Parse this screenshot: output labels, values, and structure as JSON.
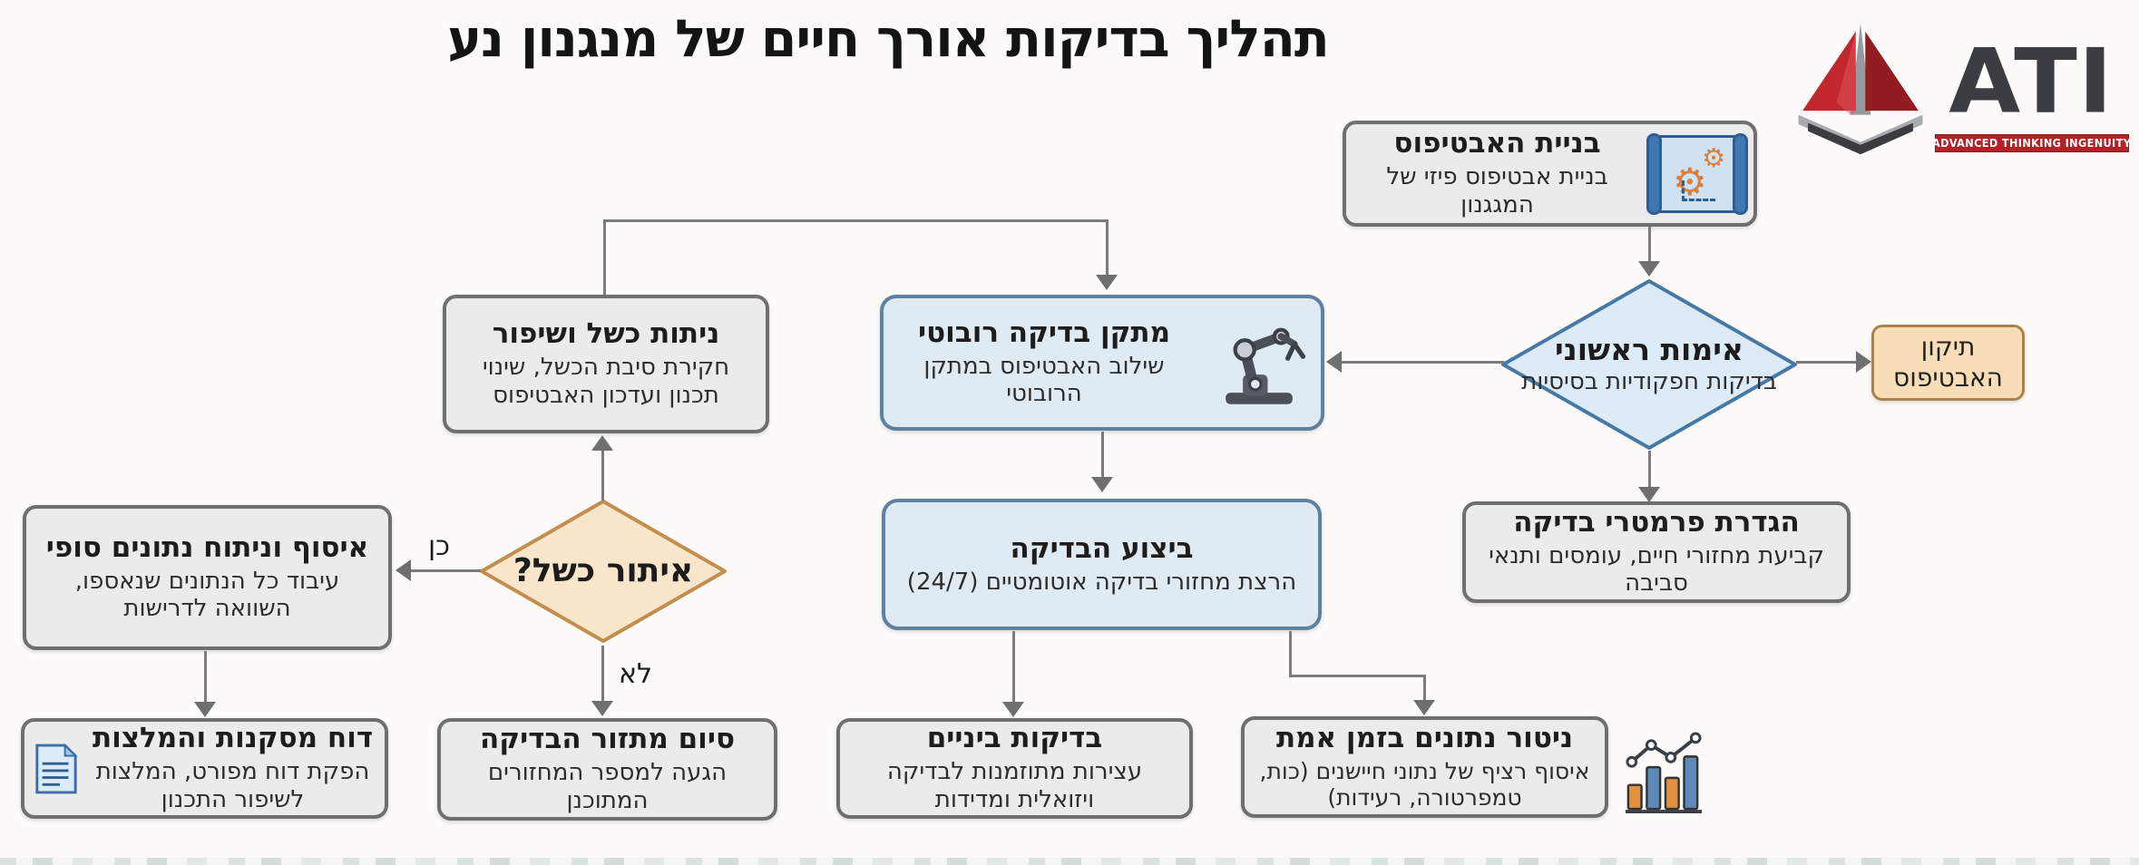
{
  "title": "תהליך בדיקות אורך חיים של מנגנון נע",
  "logo": {
    "name": "ATI",
    "tagline": "ADVANCED THINKING INGENUITY",
    "icon": "triangle-3d-icon",
    "accent_red": "#b32025",
    "dark_gray": "#3c3d42"
  },
  "nodes": {
    "build_prototype": {
      "title": "בניית האבטיפוס",
      "subtitle": "בניית אבטיפוס פיזי של המגגנון",
      "icon": "blueprint-gears-icon"
    },
    "initial_validation": {
      "title": "אימות ראשוני",
      "subtitle": "בדיקות חפקודיות בסיסיות"
    },
    "fix_prototype": {
      "title": "תיקון האבטיפוס"
    },
    "define_params": {
      "title": "הגדרת פרמטרי בדיקה",
      "subtitle": "קביעת מחזורי חיים, עומסים ותנאי סביבה"
    },
    "robotic_fixture": {
      "title": "מתקן בדיקה רובוטי",
      "subtitle": "שילוב האבטיפוס במתקן הרובוטי",
      "icon": "robot-arm-icon"
    },
    "run_test": {
      "title": "ביצוע הבדיקה",
      "subtitle": "הרצת מחזורי בדיקה אוטומטיים (24/7)"
    },
    "failure_analysis": {
      "title": "ניתות כשל ושיפור",
      "subtitle": "חקירת סיבת הכשל, שינוי תכנון ועדכון האבטיפוס"
    },
    "failure_detected": {
      "title": "איתור כשל?"
    },
    "final_data": {
      "title": "איסוף וניתוח נתונים סופי",
      "subtitle": "עיבוד כל הנתונים שנאספו, השוואה לדרישות"
    },
    "report": {
      "title": "דוח מסקנות והמלצות",
      "subtitle": "הפקת דוח מפורט, המלצות לשיפור התכנון",
      "icon": "document-icon"
    },
    "end_cycle": {
      "title": "סיום מתזור הבדיקה",
      "subtitle": "הגעה למספר המחזורים המתוכנן"
    },
    "interim_tests": {
      "title": "בדיקות ביניים",
      "subtitle": "עצירות מתוזמנות לבדיקה ויזואלית ומדידות"
    },
    "realtime_monitoring": {
      "title": "ניטור נתונים בזמן אמת",
      "subtitle": "איסוף רציף של נתוני חיישנים (כות, טמפרטורה, רעידות)",
      "icon": "bar-chart-icon"
    }
  },
  "edge_labels": {
    "yes": "כן",
    "no": "לא"
  },
  "colors": {
    "gray_fill": "#ebebeb",
    "gray_border": "#6f6f6f",
    "blue_fill": "#dfeaf3",
    "blue_border": "#5d82a0",
    "blue_diamond_fill": "#dcebf6",
    "blue_diamond_border": "#4879a5",
    "orange_fill": "#f8deb8",
    "orange_border": "#ae8148",
    "orange_diamond_fill": "#f9e6ca",
    "orange_diamond_border": "#c28e4d",
    "arrow": "#6f6f6f"
  }
}
